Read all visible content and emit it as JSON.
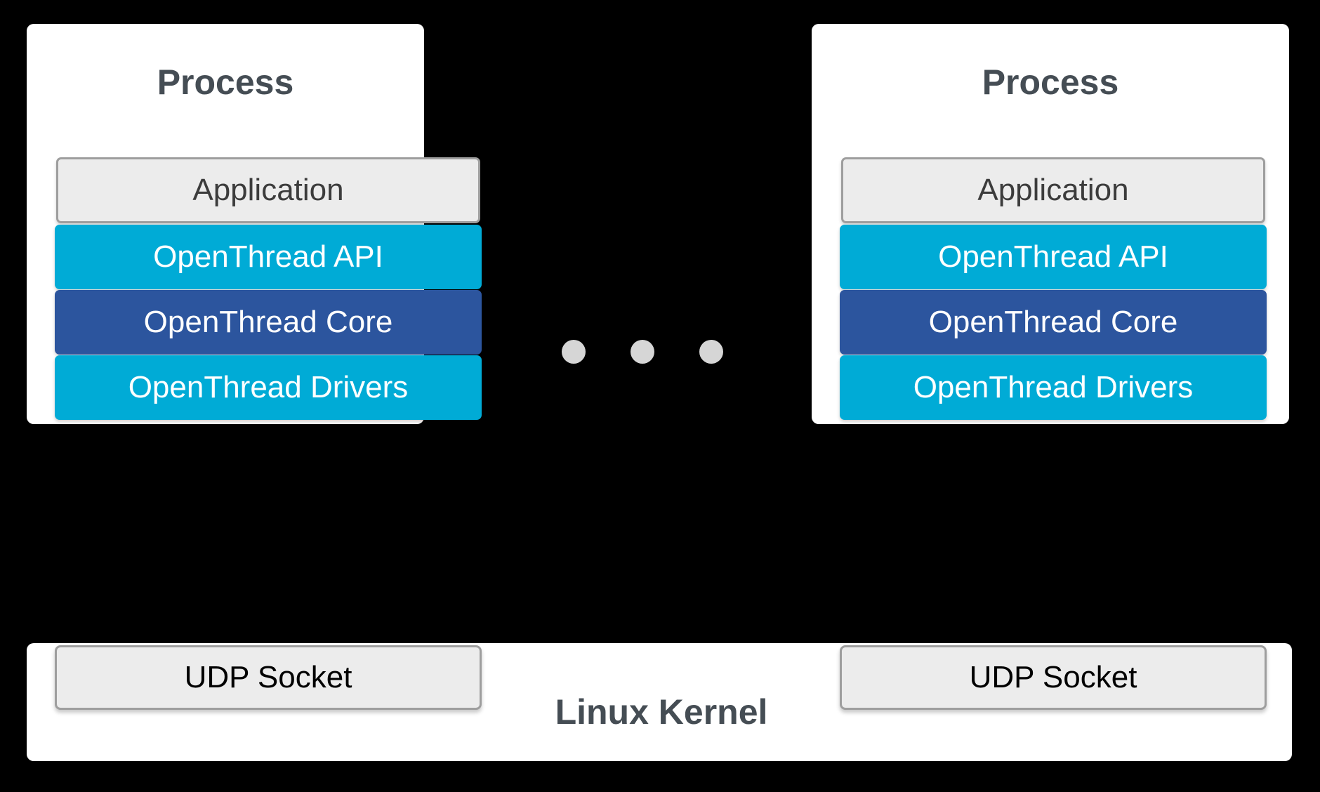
{
  "diagram": {
    "title_left": "Process",
    "title_right": "Process",
    "kernel_label": "Linux Kernel",
    "ellipsis_icon": "ellipsis-dots-icon",
    "colors": {
      "background": "#000000",
      "card": "#FFFFFF",
      "application_fill": "#ECECEC",
      "application_border": "#9E9E9E",
      "openthread_api": "#00ABD6",
      "openthread_core": "#2C559E",
      "openthread_drivers": "#00ABD6",
      "title_text": "#454D54",
      "dot": "#D6D6D6",
      "arrow": "#000000"
    }
  },
  "processes": [
    {
      "title": "Process",
      "layers": [
        {
          "label": "Application",
          "style": "app"
        },
        {
          "label": "OpenThread API",
          "style": "cyan"
        },
        {
          "label": "OpenThread Core",
          "style": "blue"
        },
        {
          "label": "OpenThread Drivers",
          "style": "cyan"
        }
      ]
    },
    {
      "title": "Process",
      "layers": [
        {
          "label": "Application",
          "style": "app"
        },
        {
          "label": "OpenThread API",
          "style": "cyan"
        },
        {
          "label": "OpenThread Core",
          "style": "blue"
        },
        {
          "label": "OpenThread Drivers",
          "style": "cyan"
        }
      ]
    }
  ],
  "kernel": {
    "label": "Linux Kernel",
    "sockets": [
      {
        "label": "UDP Socket"
      },
      {
        "label": "UDP Socket"
      }
    ]
  },
  "connections": [
    {
      "name": "socket-to-drivers-left",
      "direction": "up"
    },
    {
      "name": "socket-to-drivers-right",
      "direction": "up"
    }
  ]
}
